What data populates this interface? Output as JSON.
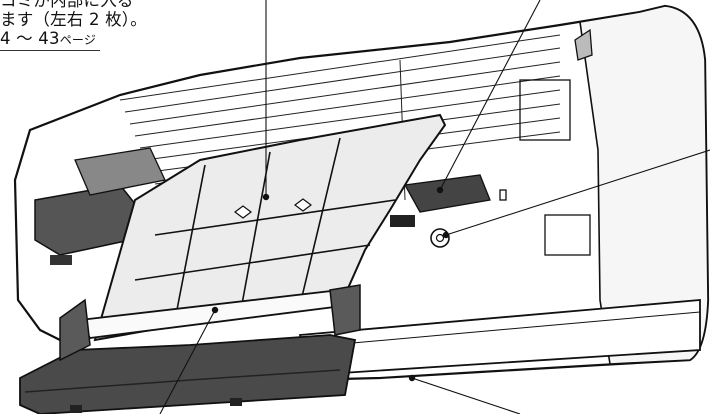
{
  "caption": {
    "line1": "コミが内部に入る",
    "line2": "ます（左右 2 枚）。",
    "page_ref": "4 ～ 43",
    "page_suffix": "ページ"
  }
}
